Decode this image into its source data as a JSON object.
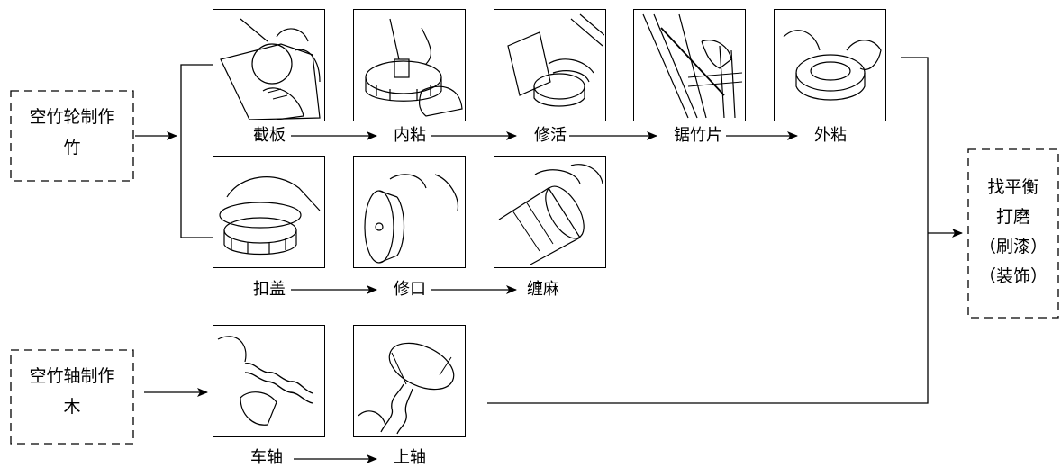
{
  "boxes": {
    "wheel": {
      "line1": "空竹轮制作",
      "line2": "竹"
    },
    "axle": {
      "line1": "空竹轴制作",
      "line2": "木"
    },
    "finish": {
      "line1": "找平衡",
      "line2": "打磨",
      "line3": "（刷漆）",
      "line4": "（装饰）"
    }
  },
  "steps": {
    "row1": [
      "截板",
      "内粘",
      "修活",
      "锯竹片",
      "外粘"
    ],
    "row2": [
      "扣盖",
      "修口",
      "缠麻"
    ],
    "row3": [
      "车轴",
      "上轴"
    ]
  },
  "colors": {
    "line": "#000000",
    "background": "#ffffff"
  }
}
